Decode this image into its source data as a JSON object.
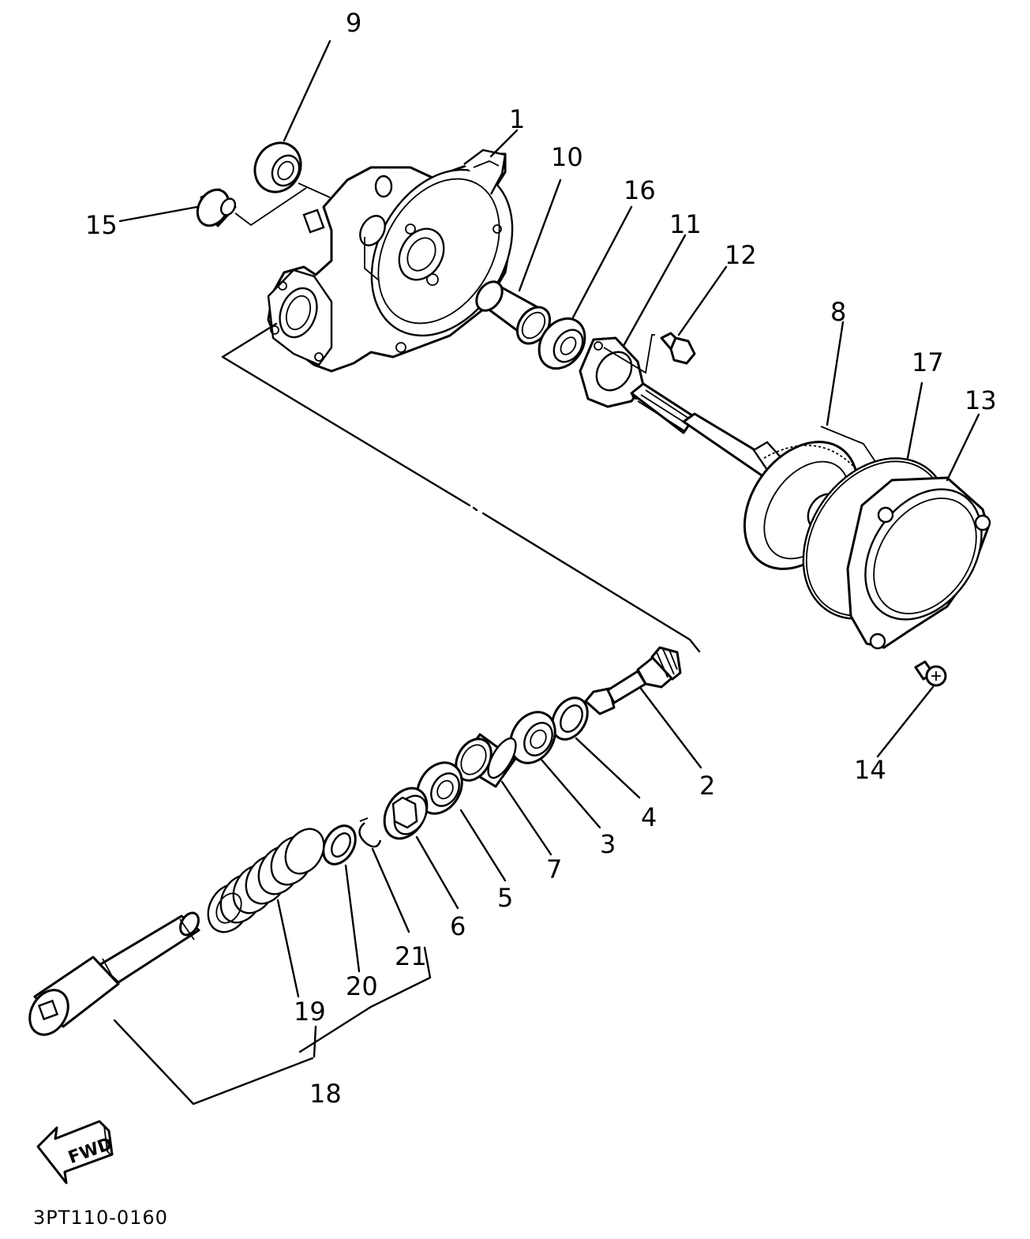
{
  "diagram": {
    "code": "3PT110-0160",
    "fwd_label": "FWD",
    "labels": {
      "p1": "1",
      "p2": "2",
      "p3": "3",
      "p4": "4",
      "p5": "5",
      "p6": "6",
      "p7": "7",
      "p8": "8",
      "p9": "9",
      "p10": "10",
      "p11": "11",
      "p12": "12",
      "p13": "13",
      "p14": "14",
      "p15": "15",
      "p16": "16",
      "p17": "17",
      "p18": "18",
      "p19": "19",
      "p20": "20",
      "p21": "21"
    }
  }
}
